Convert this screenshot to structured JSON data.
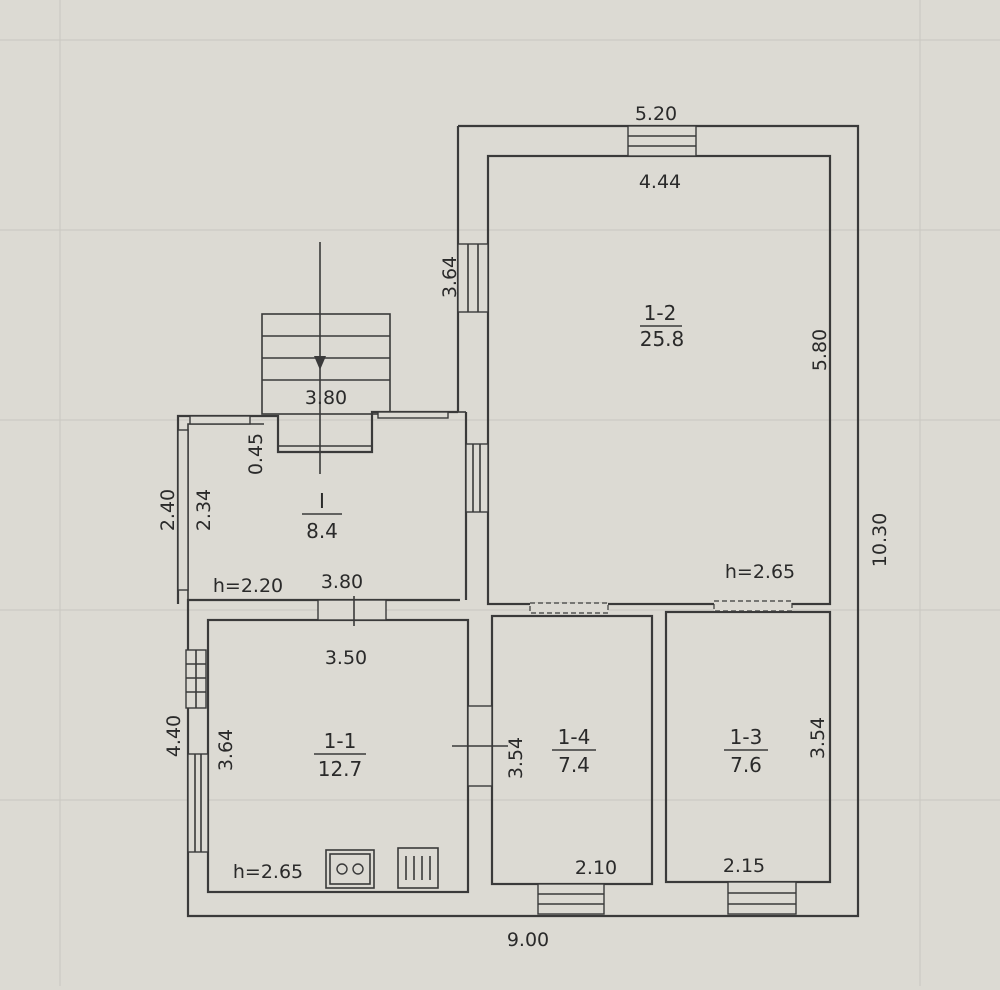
{
  "outer": {
    "top": "5.20",
    "right": "10.30",
    "bottom": "9.00"
  },
  "porch": {
    "width": "3.80",
    "step_depth": "0.45",
    "inner_width": "3.80",
    "height_outer": "2.40",
    "height_inner": "2.34",
    "ceiling": "h=2.20",
    "room_id": "I",
    "area": "8.4"
  },
  "rooms": [
    {
      "id": "1-2",
      "area": "25.8",
      "dim_top": "4.44",
      "dim_right": "5.80",
      "dim_left": "3.64",
      "ceiling": "h=2.65"
    },
    {
      "id": "1-1",
      "area": "12.7",
      "dim_top": "3.50",
      "dim_left_outer": "4.40",
      "dim_left_inner": "3.64",
      "ceiling": "h=2.65"
    },
    {
      "id": "1-4",
      "area": "7.4",
      "dim_left": "3.54",
      "dim_bottom": "2.10"
    },
    {
      "id": "1-3",
      "area": "7.6",
      "dim_right": "3.54",
      "dim_bottom": "2.15"
    }
  ],
  "colors": {
    "paper": "#dcdad3",
    "ink": "#3a3a3a",
    "grid": "#c9c7c0"
  }
}
